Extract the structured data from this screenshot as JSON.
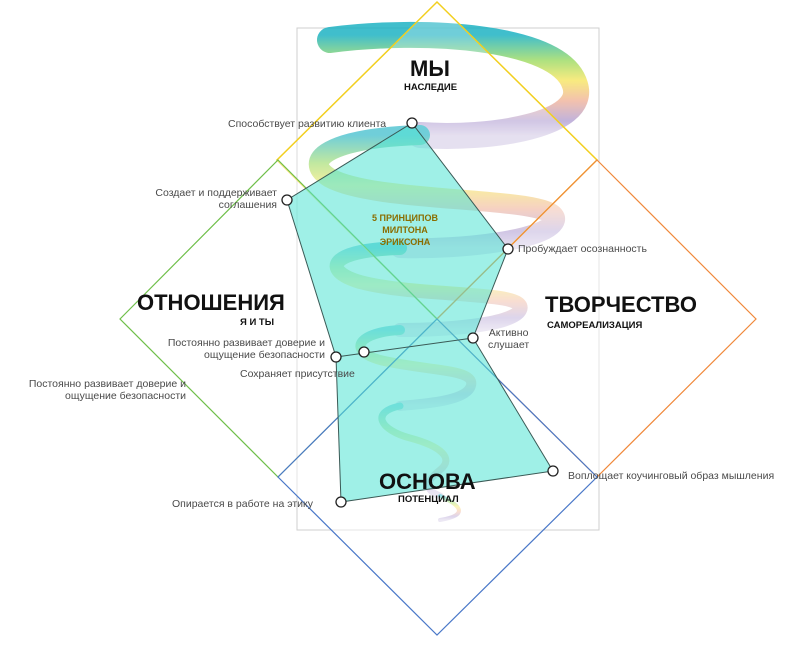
{
  "colors": {
    "diamond_top": "#f2cf1f",
    "diamond_left": "#6fbf4a",
    "diamond_right": "#f0883a",
    "diamond_bottom": "#4a78c8",
    "pentagon_fill": "#5fe6d6",
    "pentagon_stroke": "#3a5a56",
    "spiral_top": "#1fb3c4",
    "center_text": "#8a6d00"
  },
  "quadrants": {
    "top": {
      "title": "МЫ",
      "subtitle": "НАСЛЕДИЕ"
    },
    "left": {
      "title": "ОТНОШЕНИЯ",
      "subtitle": "Я И ТЫ"
    },
    "right": {
      "title": "ТВОРЧЕСТВО",
      "subtitle": "САМОРЕАЛИЗАЦИЯ"
    },
    "bottom": {
      "title": "ОСНОВА",
      "subtitle": "ПОТЕНЦИАЛ"
    }
  },
  "center": {
    "line1": "5 ПРИНЦИПОВ",
    "line2": "МИЛТОНА",
    "line3": "ЭРИКСОНА"
  },
  "points": {
    "client_development": "Способствует развитию клиента",
    "agreements_line1": "Создает и поддерживает",
    "agreements_line2": "соглашения",
    "awareness": "Пробуждает осознанность",
    "trust_inner_line1": "Постоянно развивает доверие и",
    "trust_inner_line2": "ощущение безопасности",
    "presence": "Сохраняет присутствие",
    "listens_line1": "Активно",
    "listens_line2": "слушает",
    "trust_outer_line1": "Постоянно развивает доверие и",
    "trust_outer_line2": "ощущение безопасности",
    "coaching_mindset": "Воплощает коучинговый образ мышления",
    "ethics": "Опирается в работе на этику"
  }
}
